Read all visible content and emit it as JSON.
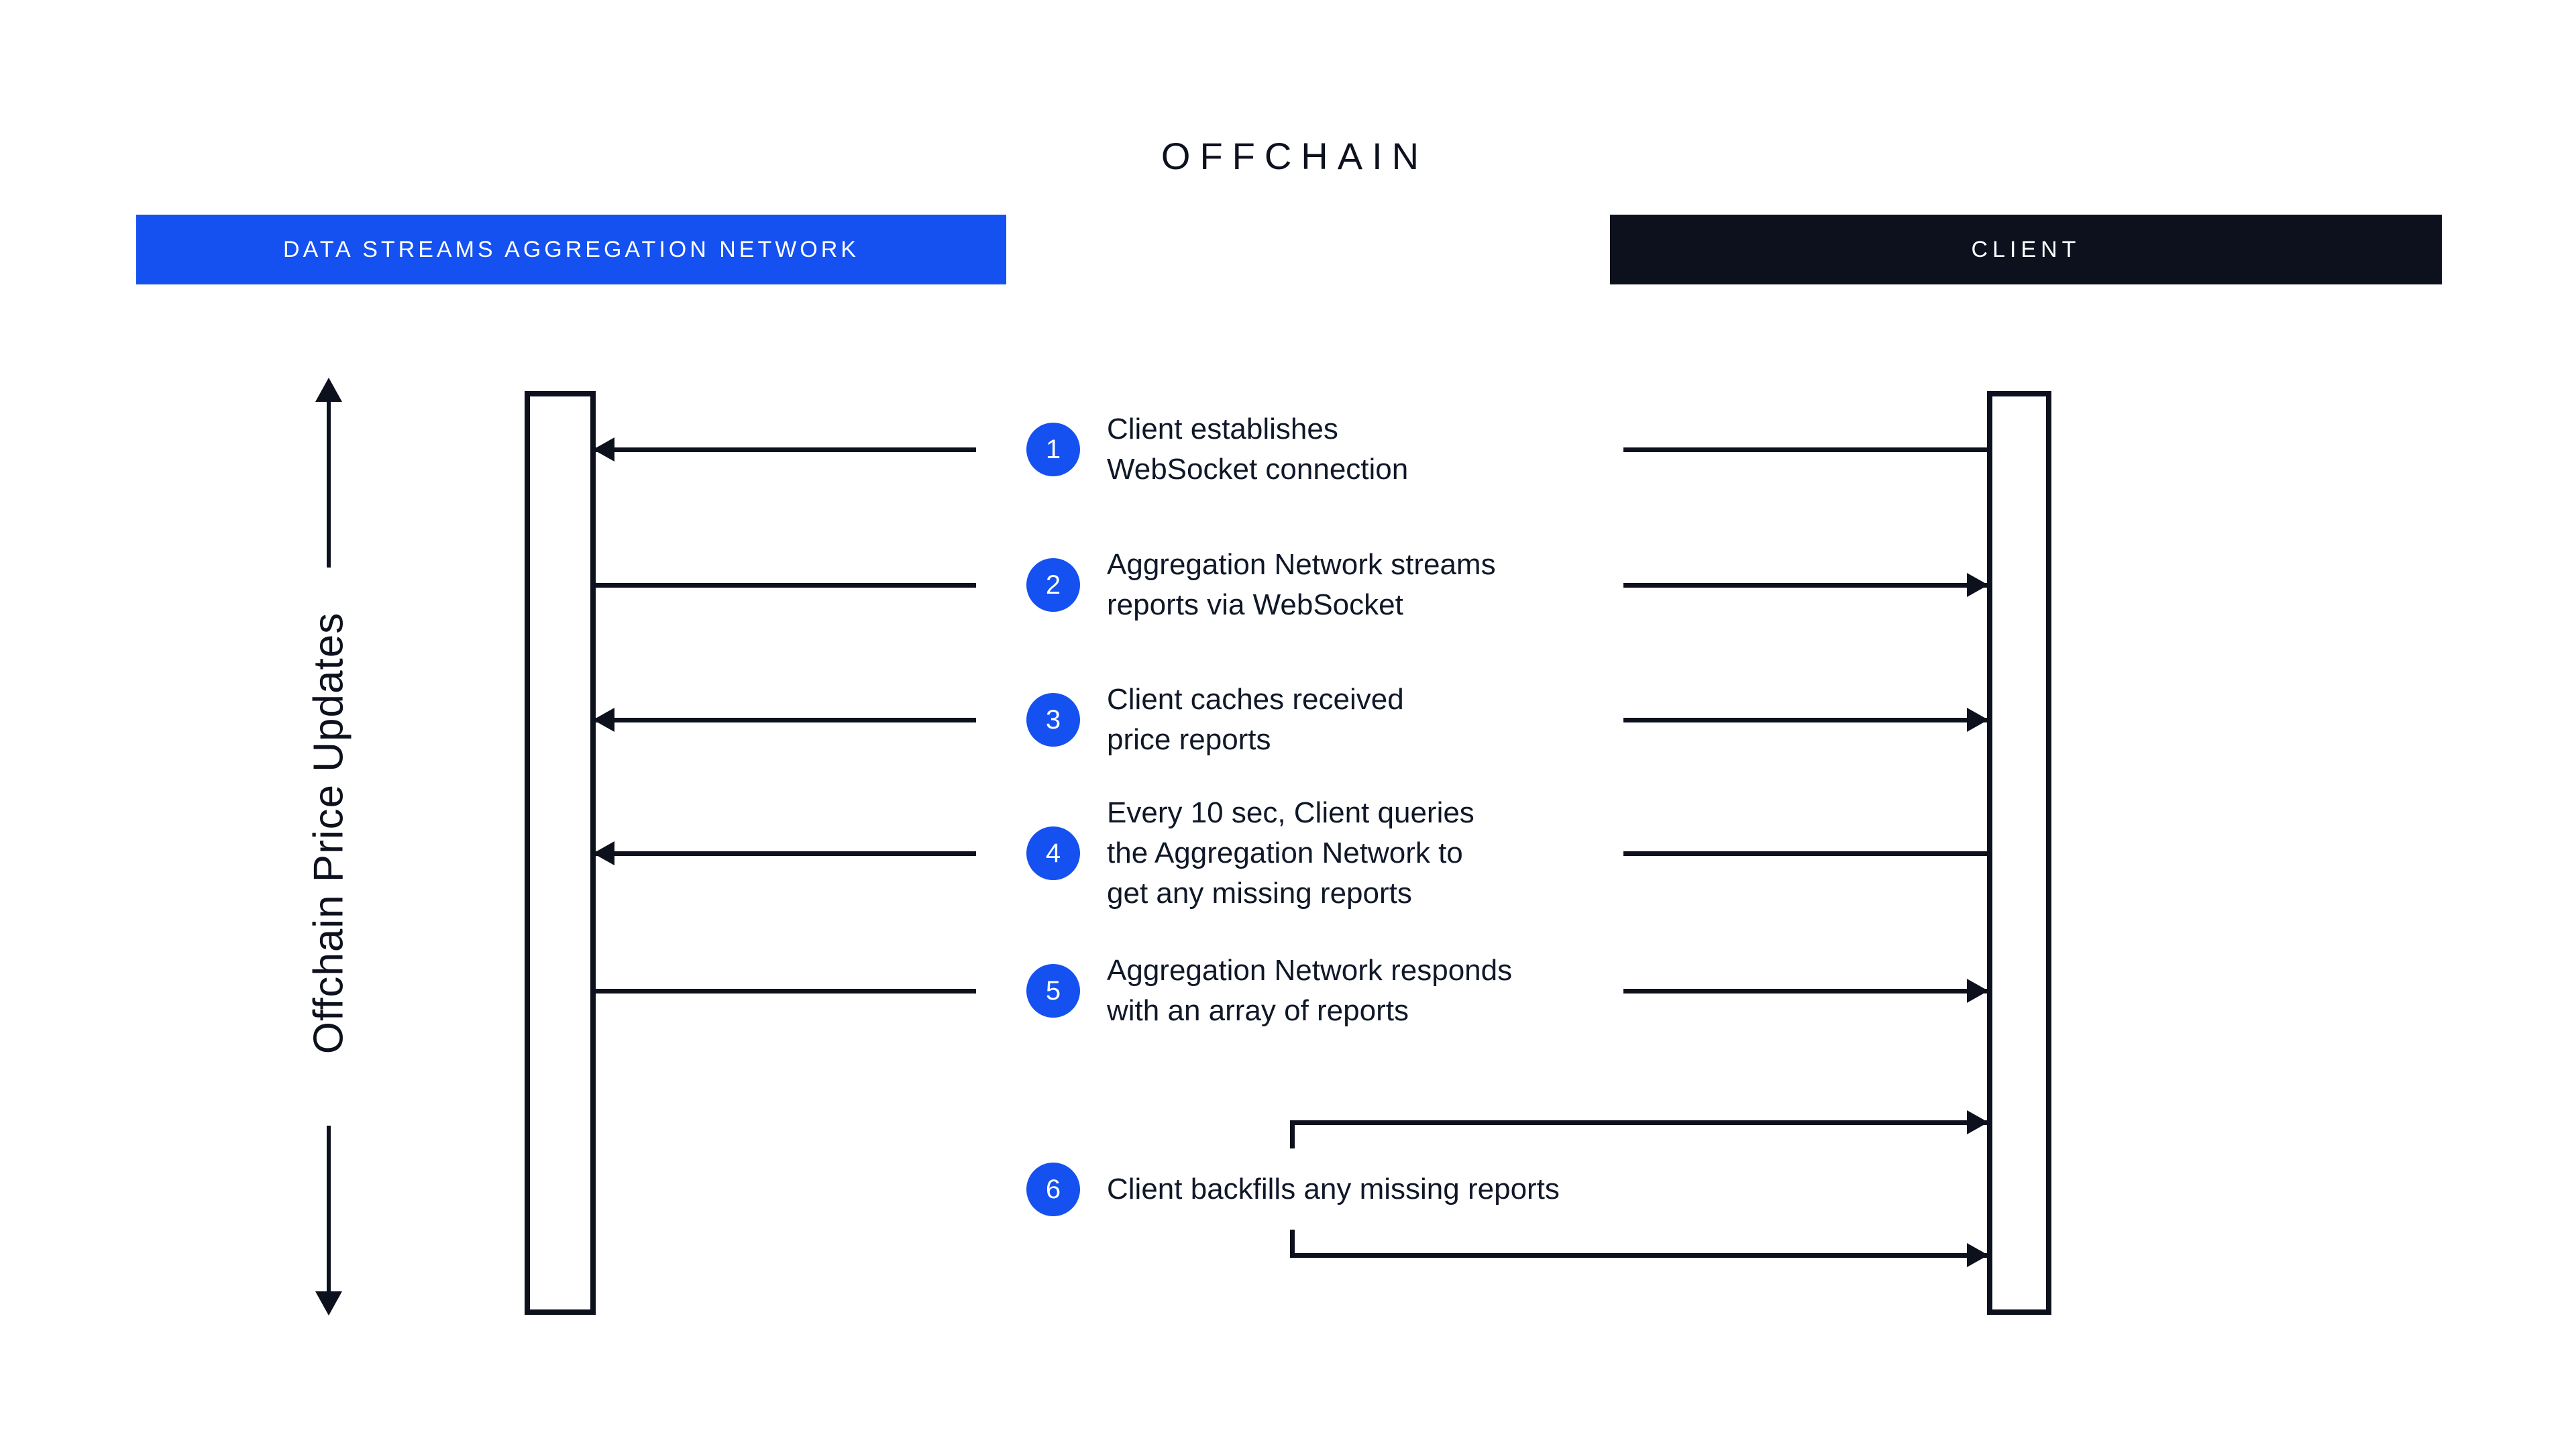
{
  "title": "OFFCHAIN",
  "actors": {
    "left": {
      "label": "DATA STREAMS AGGREGATION NETWORK"
    },
    "right": {
      "label": "CLIENT"
    }
  },
  "side_label": "Offchain Price Updates",
  "colors": {
    "accent_blue": "#1451f0",
    "dark_navy": "#0c111d"
  },
  "steps": [
    {
      "number": "1",
      "lines": [
        "Client establishes",
        "WebSocket connection"
      ],
      "arrow_left": true,
      "arrow_right": false,
      "bracket": false
    },
    {
      "number": "2",
      "lines": [
        "Aggregation Network streams",
        "reports via WebSocket"
      ],
      "arrow_left": false,
      "arrow_right": true,
      "bracket": false
    },
    {
      "number": "3",
      "lines": [
        "Client caches received",
        "price reports"
      ],
      "arrow_left": true,
      "arrow_right": true,
      "bracket": false
    },
    {
      "number": "4",
      "lines": [
        "Every 10 sec, Client queries",
        "the Aggregation Network to",
        "get any missing reports"
      ],
      "arrow_left": true,
      "arrow_right": false,
      "bracket": false
    },
    {
      "number": "5",
      "lines": [
        "Aggregation Network responds",
        "with an array of reports"
      ],
      "arrow_left": false,
      "arrow_right": true,
      "bracket": false
    },
    {
      "number": "6",
      "lines": [
        "Client backfills any missing reports"
      ],
      "arrow_left": false,
      "arrow_right": false,
      "bracket": true
    }
  ]
}
